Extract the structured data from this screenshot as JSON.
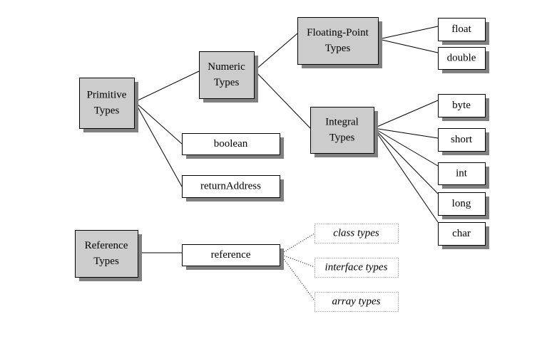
{
  "nodes": [
    {
      "id": "primitive",
      "lines": [
        "Primitive",
        "Types"
      ],
      "style": "category"
    },
    {
      "id": "numeric",
      "lines": [
        "Numeric",
        "Types"
      ],
      "style": "category"
    },
    {
      "id": "floating",
      "lines": [
        "Floating-Point",
        "Types"
      ],
      "style": "category"
    },
    {
      "id": "integral",
      "lines": [
        "Integral",
        "Types"
      ],
      "style": "category"
    },
    {
      "id": "reference-types",
      "lines": [
        "Reference",
        "Types"
      ],
      "style": "category"
    },
    {
      "id": "float",
      "lines": [
        "float"
      ],
      "style": "leaf"
    },
    {
      "id": "double",
      "lines": [
        "double"
      ],
      "style": "leaf"
    },
    {
      "id": "byte",
      "lines": [
        "byte"
      ],
      "style": "leaf"
    },
    {
      "id": "short",
      "lines": [
        "short"
      ],
      "style": "leaf"
    },
    {
      "id": "int",
      "lines": [
        "int"
      ],
      "style": "leaf"
    },
    {
      "id": "long",
      "lines": [
        "long"
      ],
      "style": "leaf"
    },
    {
      "id": "char",
      "lines": [
        "char"
      ],
      "style": "leaf"
    },
    {
      "id": "boolean",
      "lines": [
        "boolean"
      ],
      "style": "leaf"
    },
    {
      "id": "returnAddress",
      "lines": [
        "returnAddress"
      ],
      "style": "leaf"
    },
    {
      "id": "reference",
      "lines": [
        "reference"
      ],
      "style": "leaf"
    },
    {
      "id": "class-types",
      "lines": [
        "class types"
      ],
      "style": "dotted"
    },
    {
      "id": "interface-types",
      "lines": [
        "interface types"
      ],
      "style": "dotted"
    },
    {
      "id": "array-types",
      "lines": [
        "array types"
      ],
      "style": "dotted"
    }
  ],
  "edges": [
    {
      "from": "primitive",
      "to": "numeric",
      "style": "solid"
    },
    {
      "from": "primitive",
      "to": "boolean",
      "style": "solid"
    },
    {
      "from": "primitive",
      "to": "returnAddress",
      "style": "solid"
    },
    {
      "from": "numeric",
      "to": "floating",
      "style": "solid"
    },
    {
      "from": "numeric",
      "to": "integral",
      "style": "solid"
    },
    {
      "from": "floating",
      "to": "float",
      "style": "solid"
    },
    {
      "from": "floating",
      "to": "double",
      "style": "solid"
    },
    {
      "from": "integral",
      "to": "byte",
      "style": "solid"
    },
    {
      "from": "integral",
      "to": "short",
      "style": "solid"
    },
    {
      "from": "integral",
      "to": "int",
      "style": "solid"
    },
    {
      "from": "integral",
      "to": "long",
      "style": "solid"
    },
    {
      "from": "integral",
      "to": "char",
      "style": "solid"
    },
    {
      "from": "reference-types",
      "to": "reference",
      "style": "solid"
    },
    {
      "from": "reference",
      "to": "class-types",
      "style": "dotted"
    },
    {
      "from": "reference",
      "to": "interface-types",
      "style": "dotted"
    },
    {
      "from": "reference",
      "to": "array-types",
      "style": "dotted"
    }
  ],
  "colors": {
    "category_fill": "#cccccc",
    "leaf_fill": "#ffffff",
    "shadow": "#808080",
    "line": "#000000",
    "dotted_border": "#808080"
  }
}
